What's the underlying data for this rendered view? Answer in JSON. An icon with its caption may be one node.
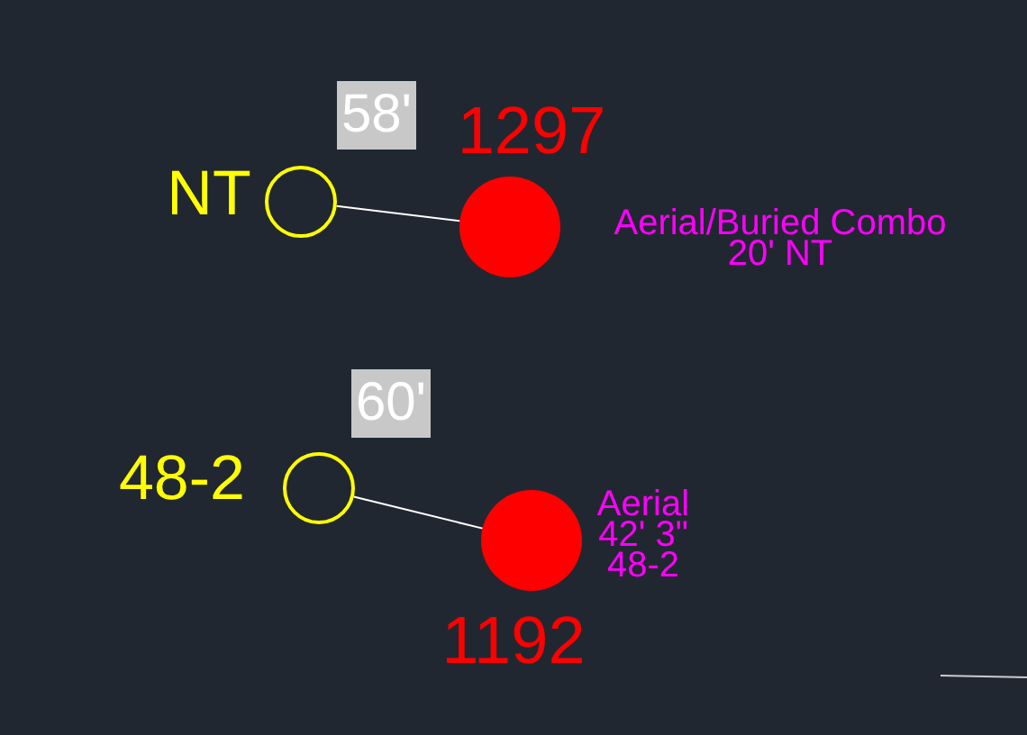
{
  "diagram": {
    "nodes": [
      {
        "text": [
          "58'"
        ]
      },
      {
        "text": [],
        "shape": "circle",
        "beside": [
          "NT"
        ]
      },
      {
        "text": [],
        "shape": "circle",
        "beside": [
          "1297",
          "Aerial/Buried Combo 20' NT"
        ]
      },
      {
        "text": [
          "60'"
        ]
      },
      {
        "text": [],
        "shape": "circle",
        "beside": [
          "48-2"
        ]
      },
      {
        "text": [],
        "shape": "circle",
        "beside": [
          "1192",
          "Aerial 42' 3\" 48-2"
        ]
      }
    ],
    "edges": [
      {
        "from": 1,
        "to": 2,
        "arrow": "none"
      },
      {
        "from": 4,
        "to": 5,
        "arrow": "none"
      }
    ]
  }
}
